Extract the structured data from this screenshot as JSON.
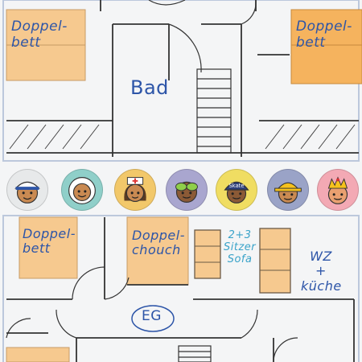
{
  "floors": {
    "upper": {
      "rooms": {
        "left_bed": "Doppel-\nbett",
        "right_bed": "Doppel-\nbett",
        "bath": "Bad"
      }
    },
    "lower": {
      "rooms": {
        "left_bed": "Doppel-\nbett",
        "couch": "Doppel-\nchouch",
        "sofa": "2+3\nSitzer\nSofa",
        "living": "WZ\n+\nküche",
        "floor_label": "EG"
      }
    }
  },
  "tags": [
    {
      "name": "sailor-cap",
      "color": "#e7e9ea"
    },
    {
      "name": "white-hood",
      "color": "#8fcfc9"
    },
    {
      "name": "nurse-cap",
      "color": "#f2c86a"
    },
    {
      "name": "green-goggles",
      "color": "#a9a6cf"
    },
    {
      "name": "skate-helmet",
      "color": "#f0dd62"
    },
    {
      "name": "yellow-hardhat",
      "color": "#9aa3c7"
    },
    {
      "name": "yellow-crown",
      "color": "#f3a9b4"
    }
  ],
  "colors": {
    "ink": "#2d55a8",
    "line": "#3a3a3a",
    "wood": "#f6c98f",
    "wood_dark": "#f0b567"
  }
}
